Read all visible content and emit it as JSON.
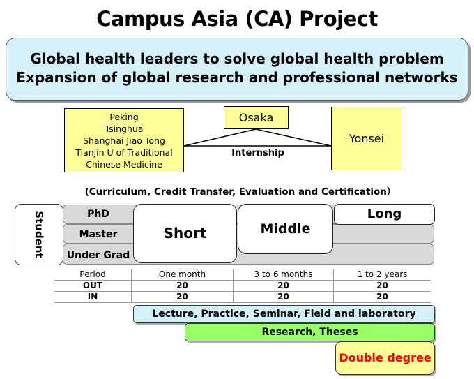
{
  "title": "Campus Asia (CA) Project",
  "goals": [
    "Global health leaders to solve global health problem",
    "Expansion of global research and professional networks"
  ],
  "partners": {
    "china": [
      "Peking",
      "Tsinghua",
      "Shanghai Jiao Tong",
      "Tianjin U  of Traditional",
      "Chinese Medicine"
    ],
    "hub": "Osaka",
    "korea": "Yonsei",
    "link_label": "Internship"
  },
  "curriculum_note": "(Curriculum, Credit Transfer, Evaluation and Certification）",
  "student_label": "Student",
  "levels": [
    "PhD",
    "Master",
    "Under Grad"
  ],
  "phases": [
    "Short",
    "Middle",
    "Long"
  ],
  "table": {
    "headers": [
      "Period",
      "One month",
      "3 to 6 months",
      "1 to 2 years"
    ],
    "rows": [
      [
        "OUT",
        "20",
        "20",
        "20"
      ],
      [
        "IN",
        "20",
        "20",
        "20"
      ]
    ]
  },
  "components": {
    "lecture": "Lecture, Practice, Seminar, Field and laboratory",
    "research": "Research, Theses",
    "double_degree": "Double degree"
  },
  "colors": {
    "goals_bg": "#d6f0fa",
    "partner_bg": "#ffff99",
    "lecture_bg": "#d6f0fa",
    "research_bg": "#99ff66",
    "double_degree_text": "#ff0000"
  }
}
